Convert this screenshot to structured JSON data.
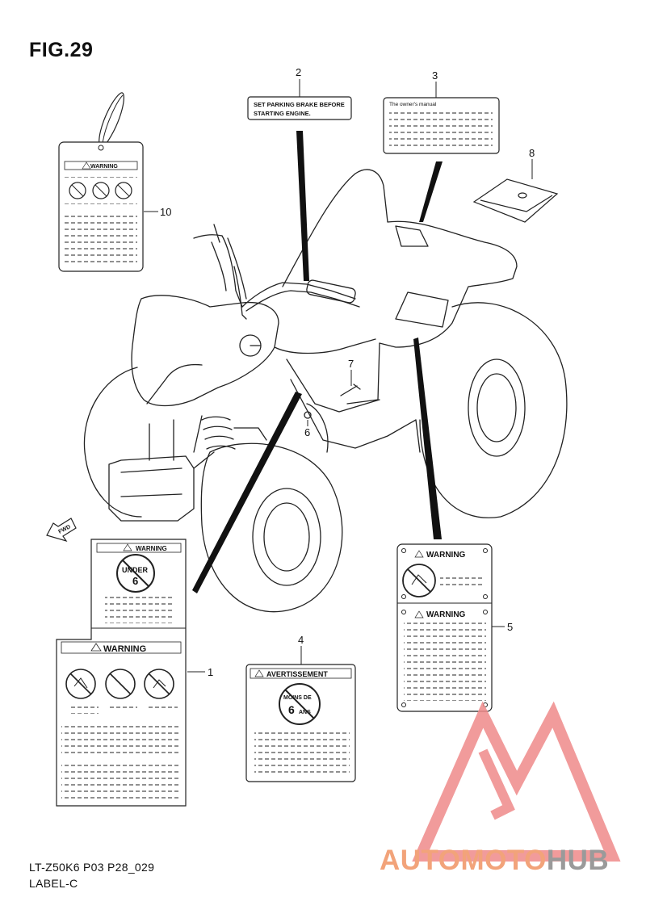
{
  "figure": {
    "title": "FIG.29"
  },
  "footer": {
    "code": "LT-Z50K6 P03 P28_029",
    "section": "LABEL-C"
  },
  "callouts": [
    "1",
    "2",
    "3",
    "4",
    "5",
    "6",
    "7",
    "8",
    "10"
  ],
  "labels": {
    "parking": {
      "line1": "SET PARKING BRAKE BEFORE",
      "line2": "STARTING ENGINE."
    },
    "manual": {
      "heading": "The owner's manual"
    },
    "warning": "WARNING",
    "under": {
      "line1": "UNDER",
      "line2": "6"
    },
    "avertissement": "AVERTISSEMENT",
    "moins": {
      "line1": "MOINS DE",
      "line2": "6",
      "line3": "ANS"
    },
    "fwd": "FWD"
  },
  "watermark": {
    "part1": "AUTOMOTO",
    "part2": "HUB",
    "color1": "#f2a37a",
    "color2": "#9a9a9a",
    "logo_color": "#ef8a8a"
  }
}
